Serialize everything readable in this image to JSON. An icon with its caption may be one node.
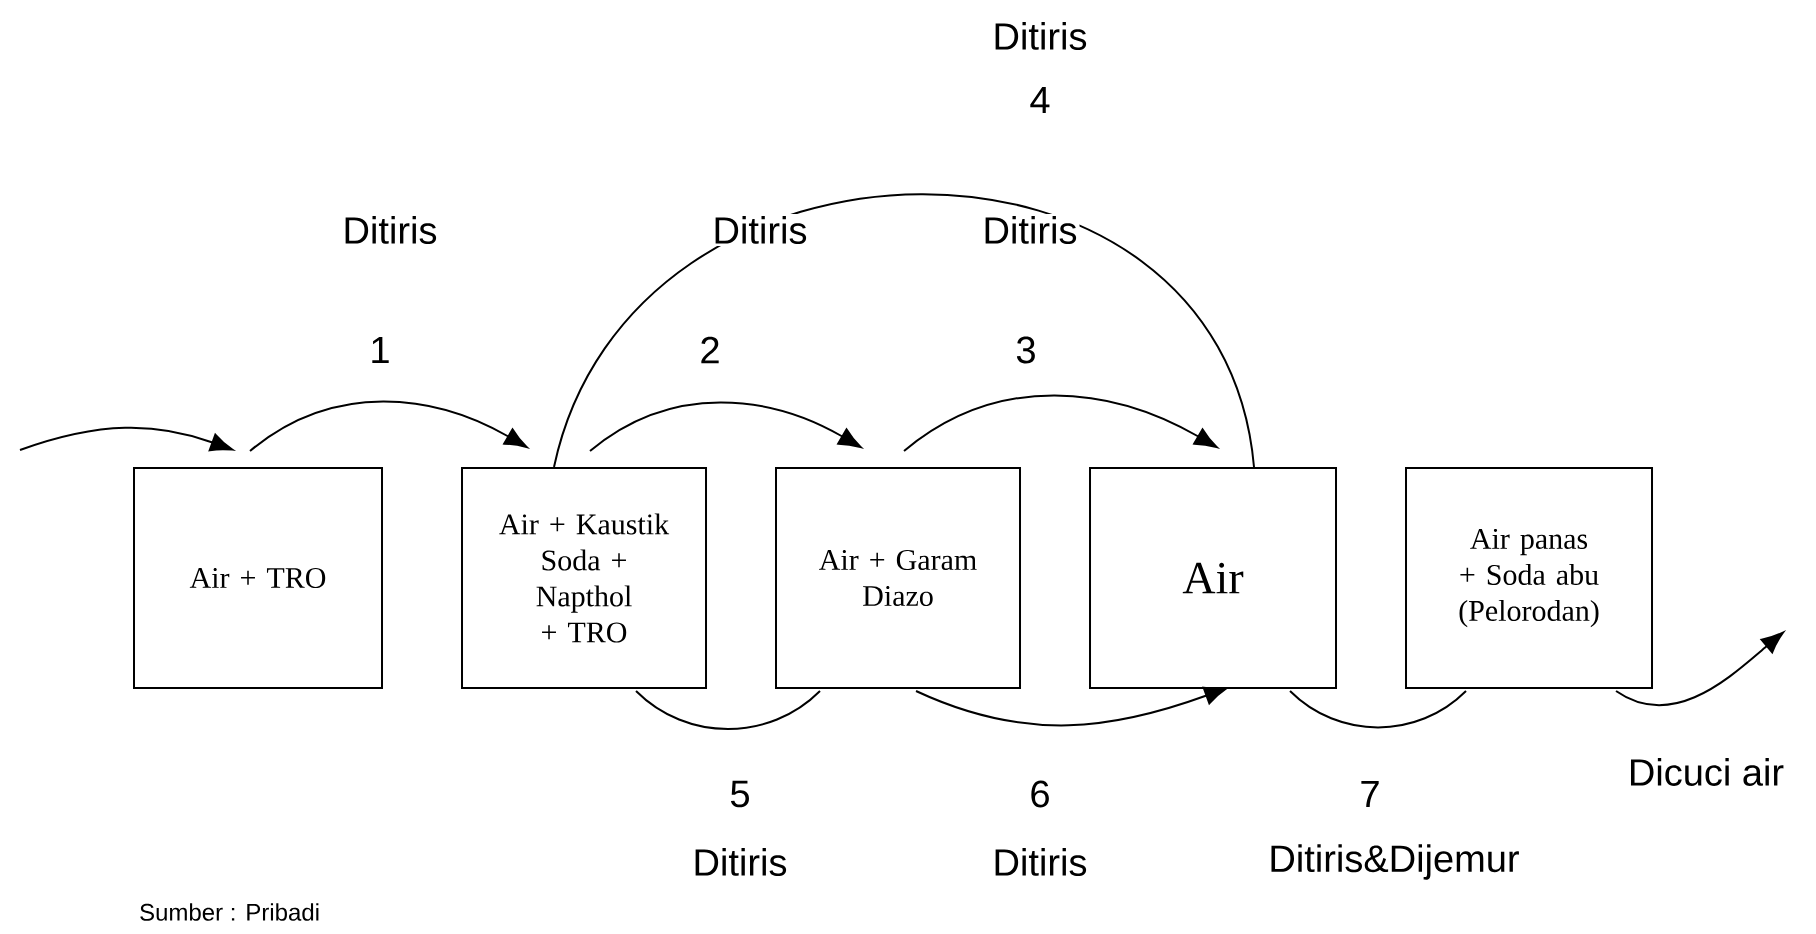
{
  "diagram": {
    "caption": "Sumber : Pribadi",
    "nodes": [
      {
        "text": [
          "Air + TRO"
        ]
      },
      {
        "text": [
          "Air + Kaustik Soda + Napthol + TRO"
        ]
      },
      {
        "text": [
          "Air + Garam Diazo"
        ]
      },
      {
        "text": [
          "Air"
        ]
      },
      {
        "text": [
          "Air panas + Soda abu (Pelorodan)"
        ]
      }
    ],
    "edges": [
      {
        "from": null,
        "to": 0,
        "arrow": "to"
      },
      {
        "from": 0,
        "to": 1,
        "arrow": "to",
        "label": "1"
      },
      {
        "from": 1,
        "to": 2,
        "arrow": "to",
        "label": "2"
      },
      {
        "from": 2,
        "to": 3,
        "arrow": "to",
        "label": "3"
      },
      {
        "from": 1,
        "to": 3,
        "arrow": "none",
        "label": "4"
      },
      {
        "from": 1,
        "to": 2,
        "arrow": "none",
        "label": "5"
      },
      {
        "from": 2,
        "to": 3,
        "arrow": "to",
        "label": "6"
      },
      {
        "from": 3,
        "to": 4,
        "arrow": "none",
        "label": "7"
      },
      {
        "from": 4,
        "to": null,
        "arrow": "to"
      }
    ],
    "labels": [
      "Ditiris",
      "Ditiris",
      "Ditiris",
      "Ditiris",
      "Ditiris",
      "Ditiris",
      "Ditiris&Dijemur",
      "Dicuci air"
    ]
  }
}
